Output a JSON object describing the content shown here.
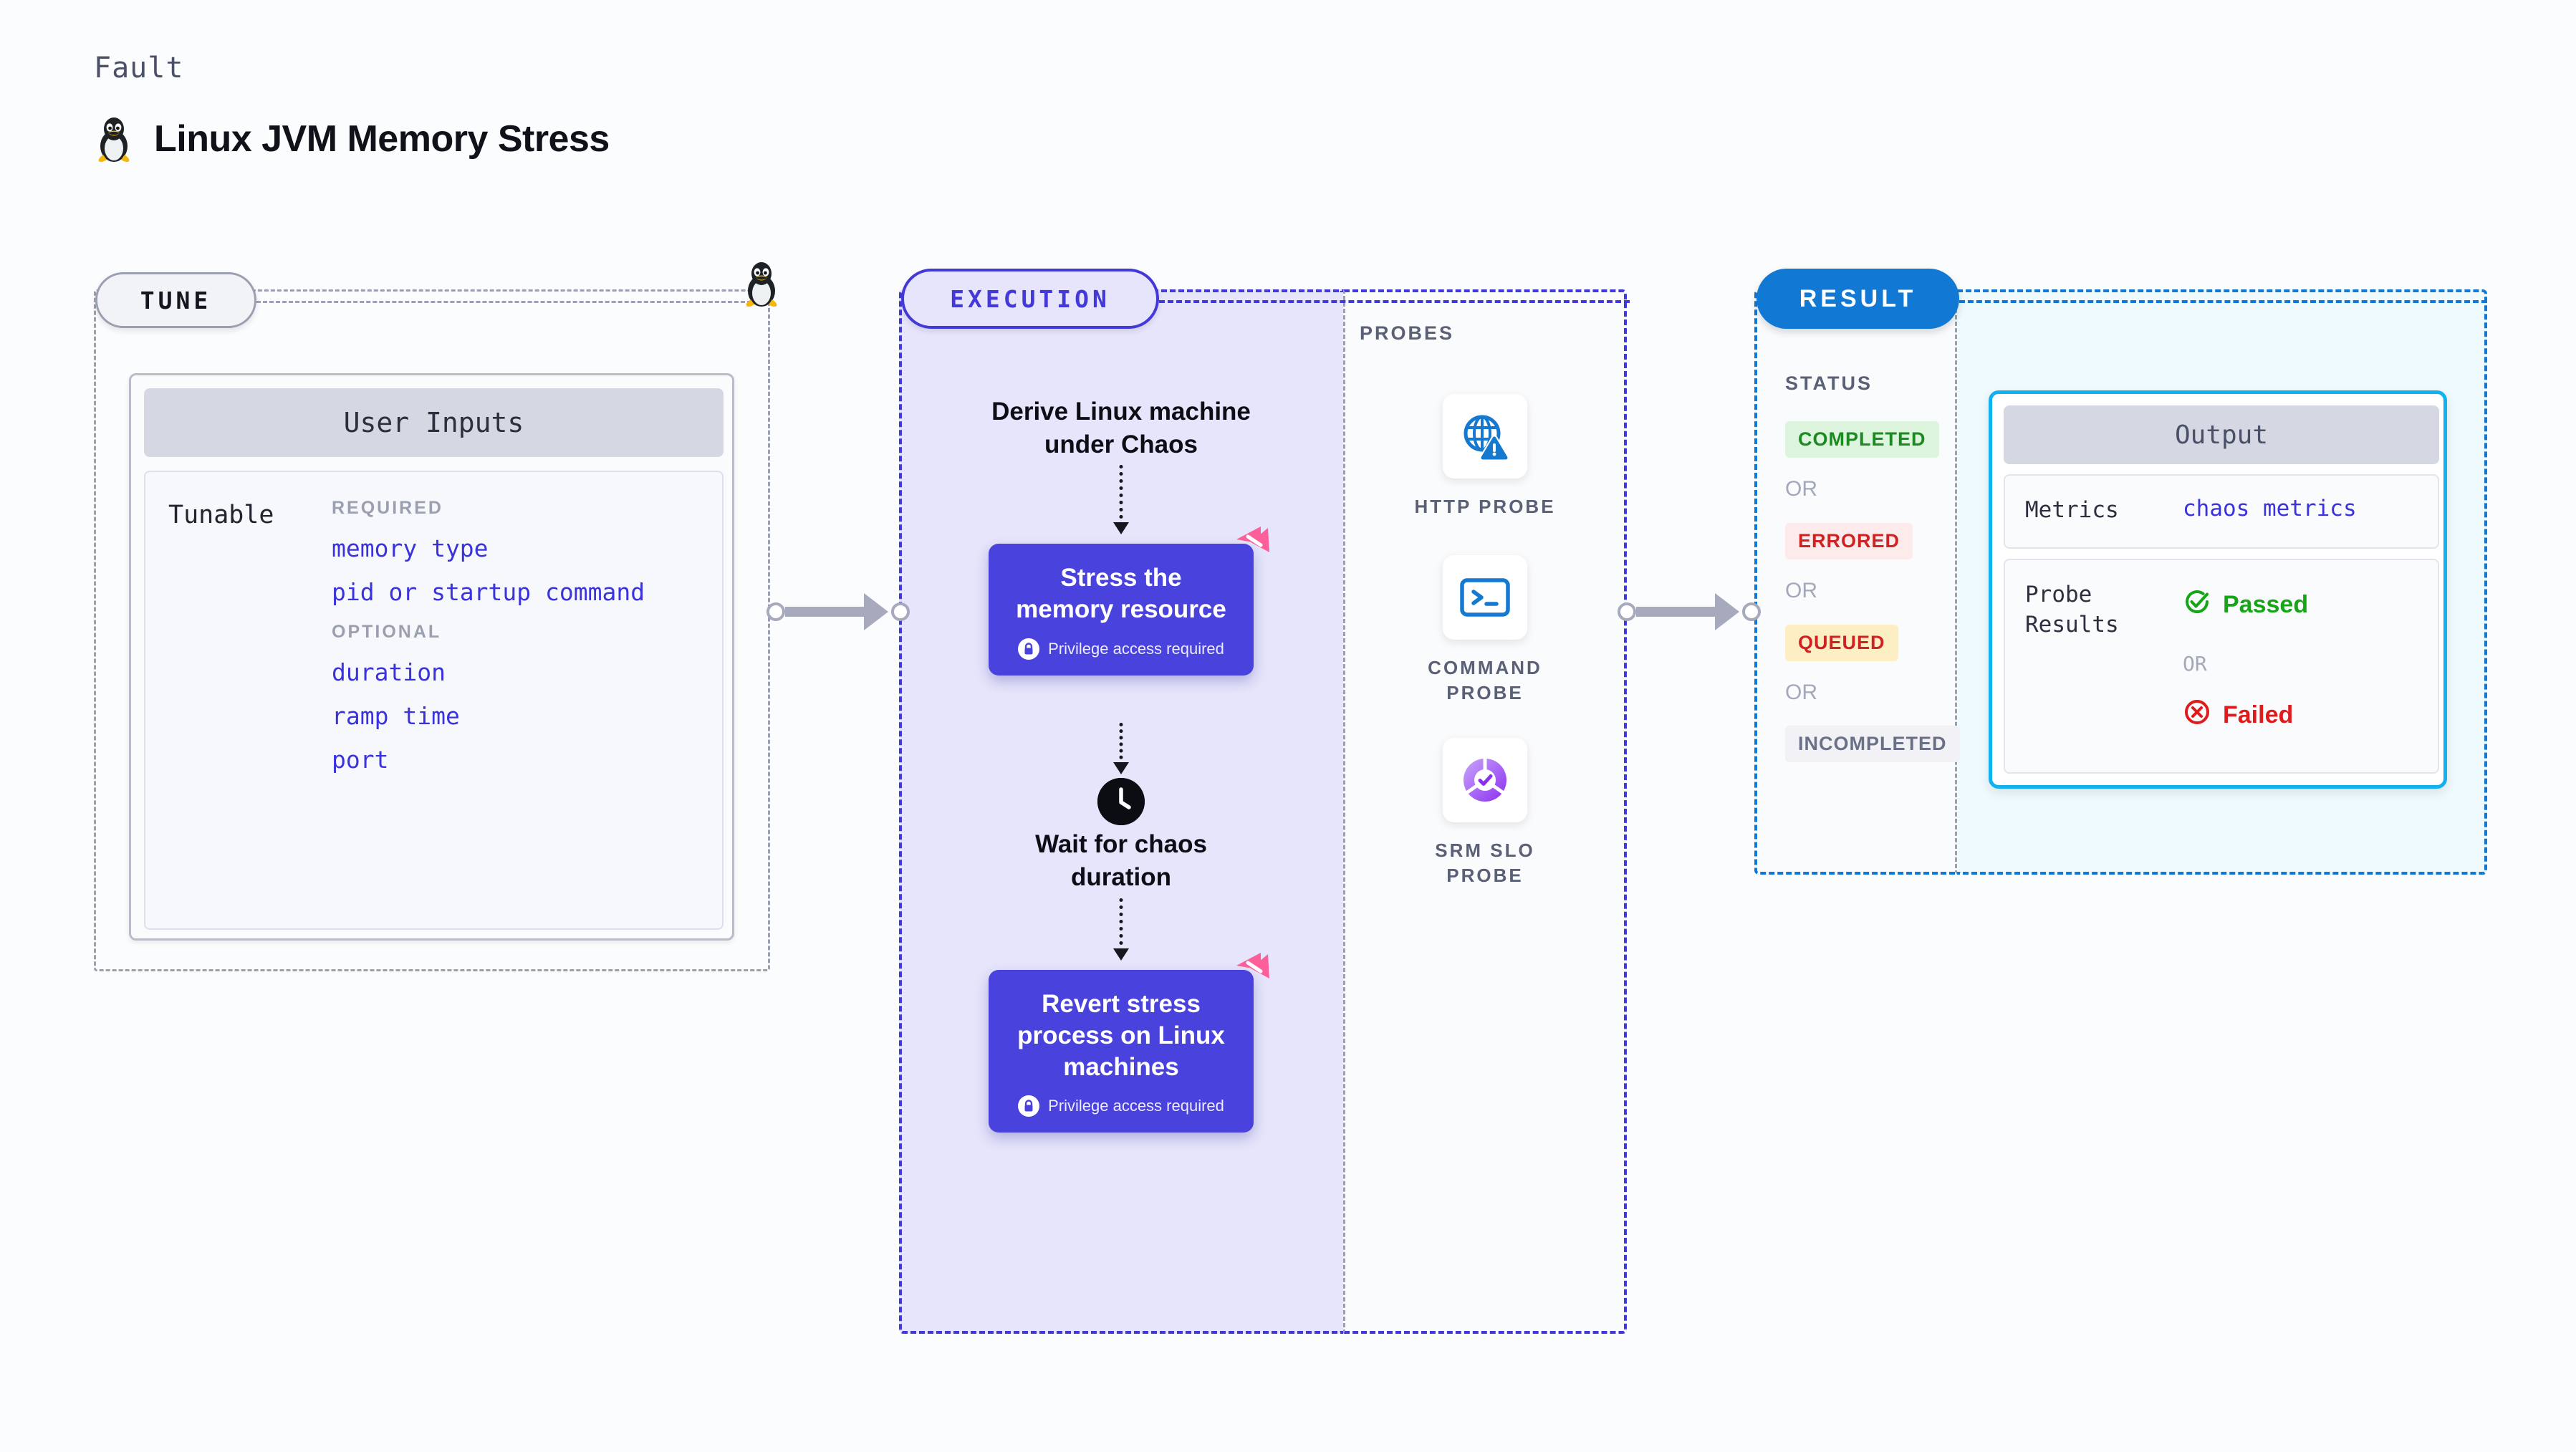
{
  "header": {
    "eyebrow": "Fault",
    "title": "Linux JVM Memory Stress",
    "icon": "linux-penguin-icon"
  },
  "tune": {
    "pill_label": "TUNE",
    "card_title": "User Inputs",
    "tunable_label": "Tunable",
    "groups": [
      {
        "label": "REQUIRED",
        "items": [
          "memory type",
          "pid or startup command"
        ]
      },
      {
        "label": "OPTIONAL",
        "items": [
          "duration",
          "ramp time",
          "port"
        ]
      }
    ]
  },
  "execution": {
    "pill_label": "EXECUTION",
    "step_1_text": "Derive Linux machine\nunder Chaos",
    "node_1": {
      "title": "Stress the\nmemory resource",
      "privilege_note": "Privilege access required"
    },
    "wait_text": "Wait for chaos\nduration",
    "node_2": {
      "title": "Revert stress\nprocess on Linux\nmachines",
      "privilege_note": "Privilege access required"
    }
  },
  "probes": {
    "title": "PROBES",
    "items": [
      {
        "label": "HTTP PROBE",
        "icon": "globe-warning-icon"
      },
      {
        "label": "COMMAND\nPROBE",
        "icon": "terminal-icon"
      },
      {
        "label": "SRM SLO\nPROBE",
        "icon": "slo-donut-check-icon"
      }
    ]
  },
  "result": {
    "pill_label": "RESULT",
    "status_title": "STATUS",
    "or_label": "OR",
    "statuses": [
      {
        "label": "COMPLETED",
        "bg": "#dcf5dc",
        "fg": "#1b8a22"
      },
      {
        "label": "ERRORED",
        "bg": "#fdeaea",
        "fg": "#cf2222"
      },
      {
        "label": "QUEUED",
        "bg": "#fdeec4",
        "fg": "#cf2222"
      },
      {
        "label": "INCOMPLETED",
        "bg": "#f1f1f6",
        "fg": "#6a7086"
      }
    ]
  },
  "output": {
    "card_title": "Output",
    "metrics_key": "Metrics",
    "metrics_value": "chaos metrics",
    "probe_results_key": "Probe\nResults",
    "passed_label": "Passed",
    "failed_label": "Failed",
    "or_label": "OR"
  },
  "colors": {
    "indigo": "#4339d8",
    "node_purple": "#4a42dc",
    "result_blue": "#1179d3",
    "output_border": "#11b0ef",
    "ribbon_pink": "#fc5f9a",
    "grey_dash": "#9aa0b0"
  }
}
